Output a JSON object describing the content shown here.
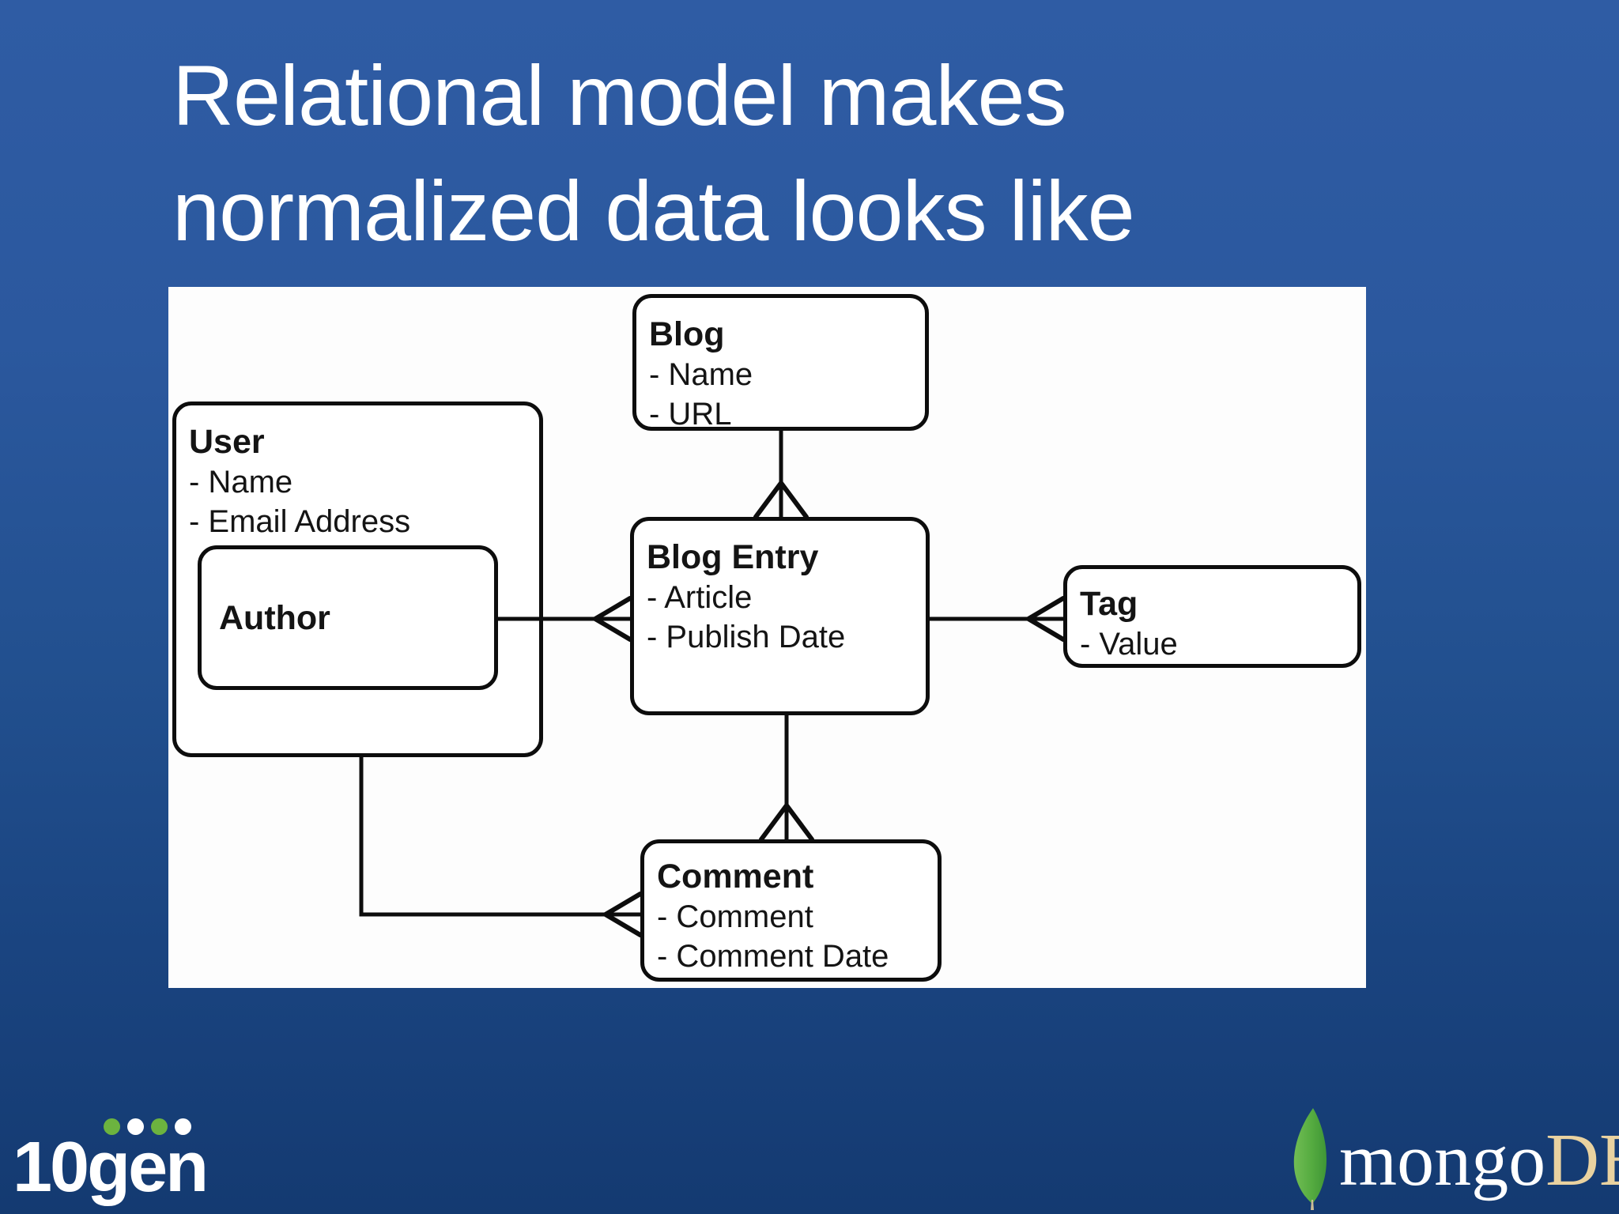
{
  "slide": {
    "title_line1": "Relational model makes",
    "title_line2": "normalized data looks like"
  },
  "diagram": {
    "entities": {
      "blog": {
        "title": "Blog",
        "attributes": [
          "- Name",
          "- URL"
        ]
      },
      "user": {
        "title": "User",
        "attributes": [
          "- Name",
          "- Email Address"
        ]
      },
      "author": {
        "title": "Author"
      },
      "blog_entry": {
        "title": "Blog Entry",
        "attributes": [
          "- Article",
          "- Publish Date"
        ]
      },
      "tag": {
        "title": "Tag",
        "attributes": [
          "- Value"
        ]
      },
      "comment": {
        "title": "Comment",
        "attributes": [
          "- Comment",
          "- Comment Date"
        ]
      }
    },
    "relationships": [
      {
        "from": "Blog",
        "to": "Blog Entry",
        "many_side": "Blog Entry"
      },
      {
        "from": "Author",
        "to": "Blog Entry",
        "many_side": "Blog Entry"
      },
      {
        "from": "Blog Entry",
        "to": "Tag",
        "many_side": "Tag"
      },
      {
        "from": "Blog Entry",
        "to": "Comment",
        "many_side": "Comment"
      },
      {
        "from": "User",
        "to": "Comment",
        "many_side": "Comment"
      }
    ]
  },
  "footer": {
    "logo_10gen_text": "10gen",
    "logo_mongo_text": "mongo",
    "logo_db_text": "DB"
  },
  "colors": {
    "background_top": "#2f5ca4",
    "background_bottom": "#143a71",
    "panel": "#fdfdfd",
    "line": "#0d0d0d",
    "green_accent": "#6cb33f",
    "mongo_tan": "#e9d2a0",
    "title_text": "#ffffff"
  }
}
